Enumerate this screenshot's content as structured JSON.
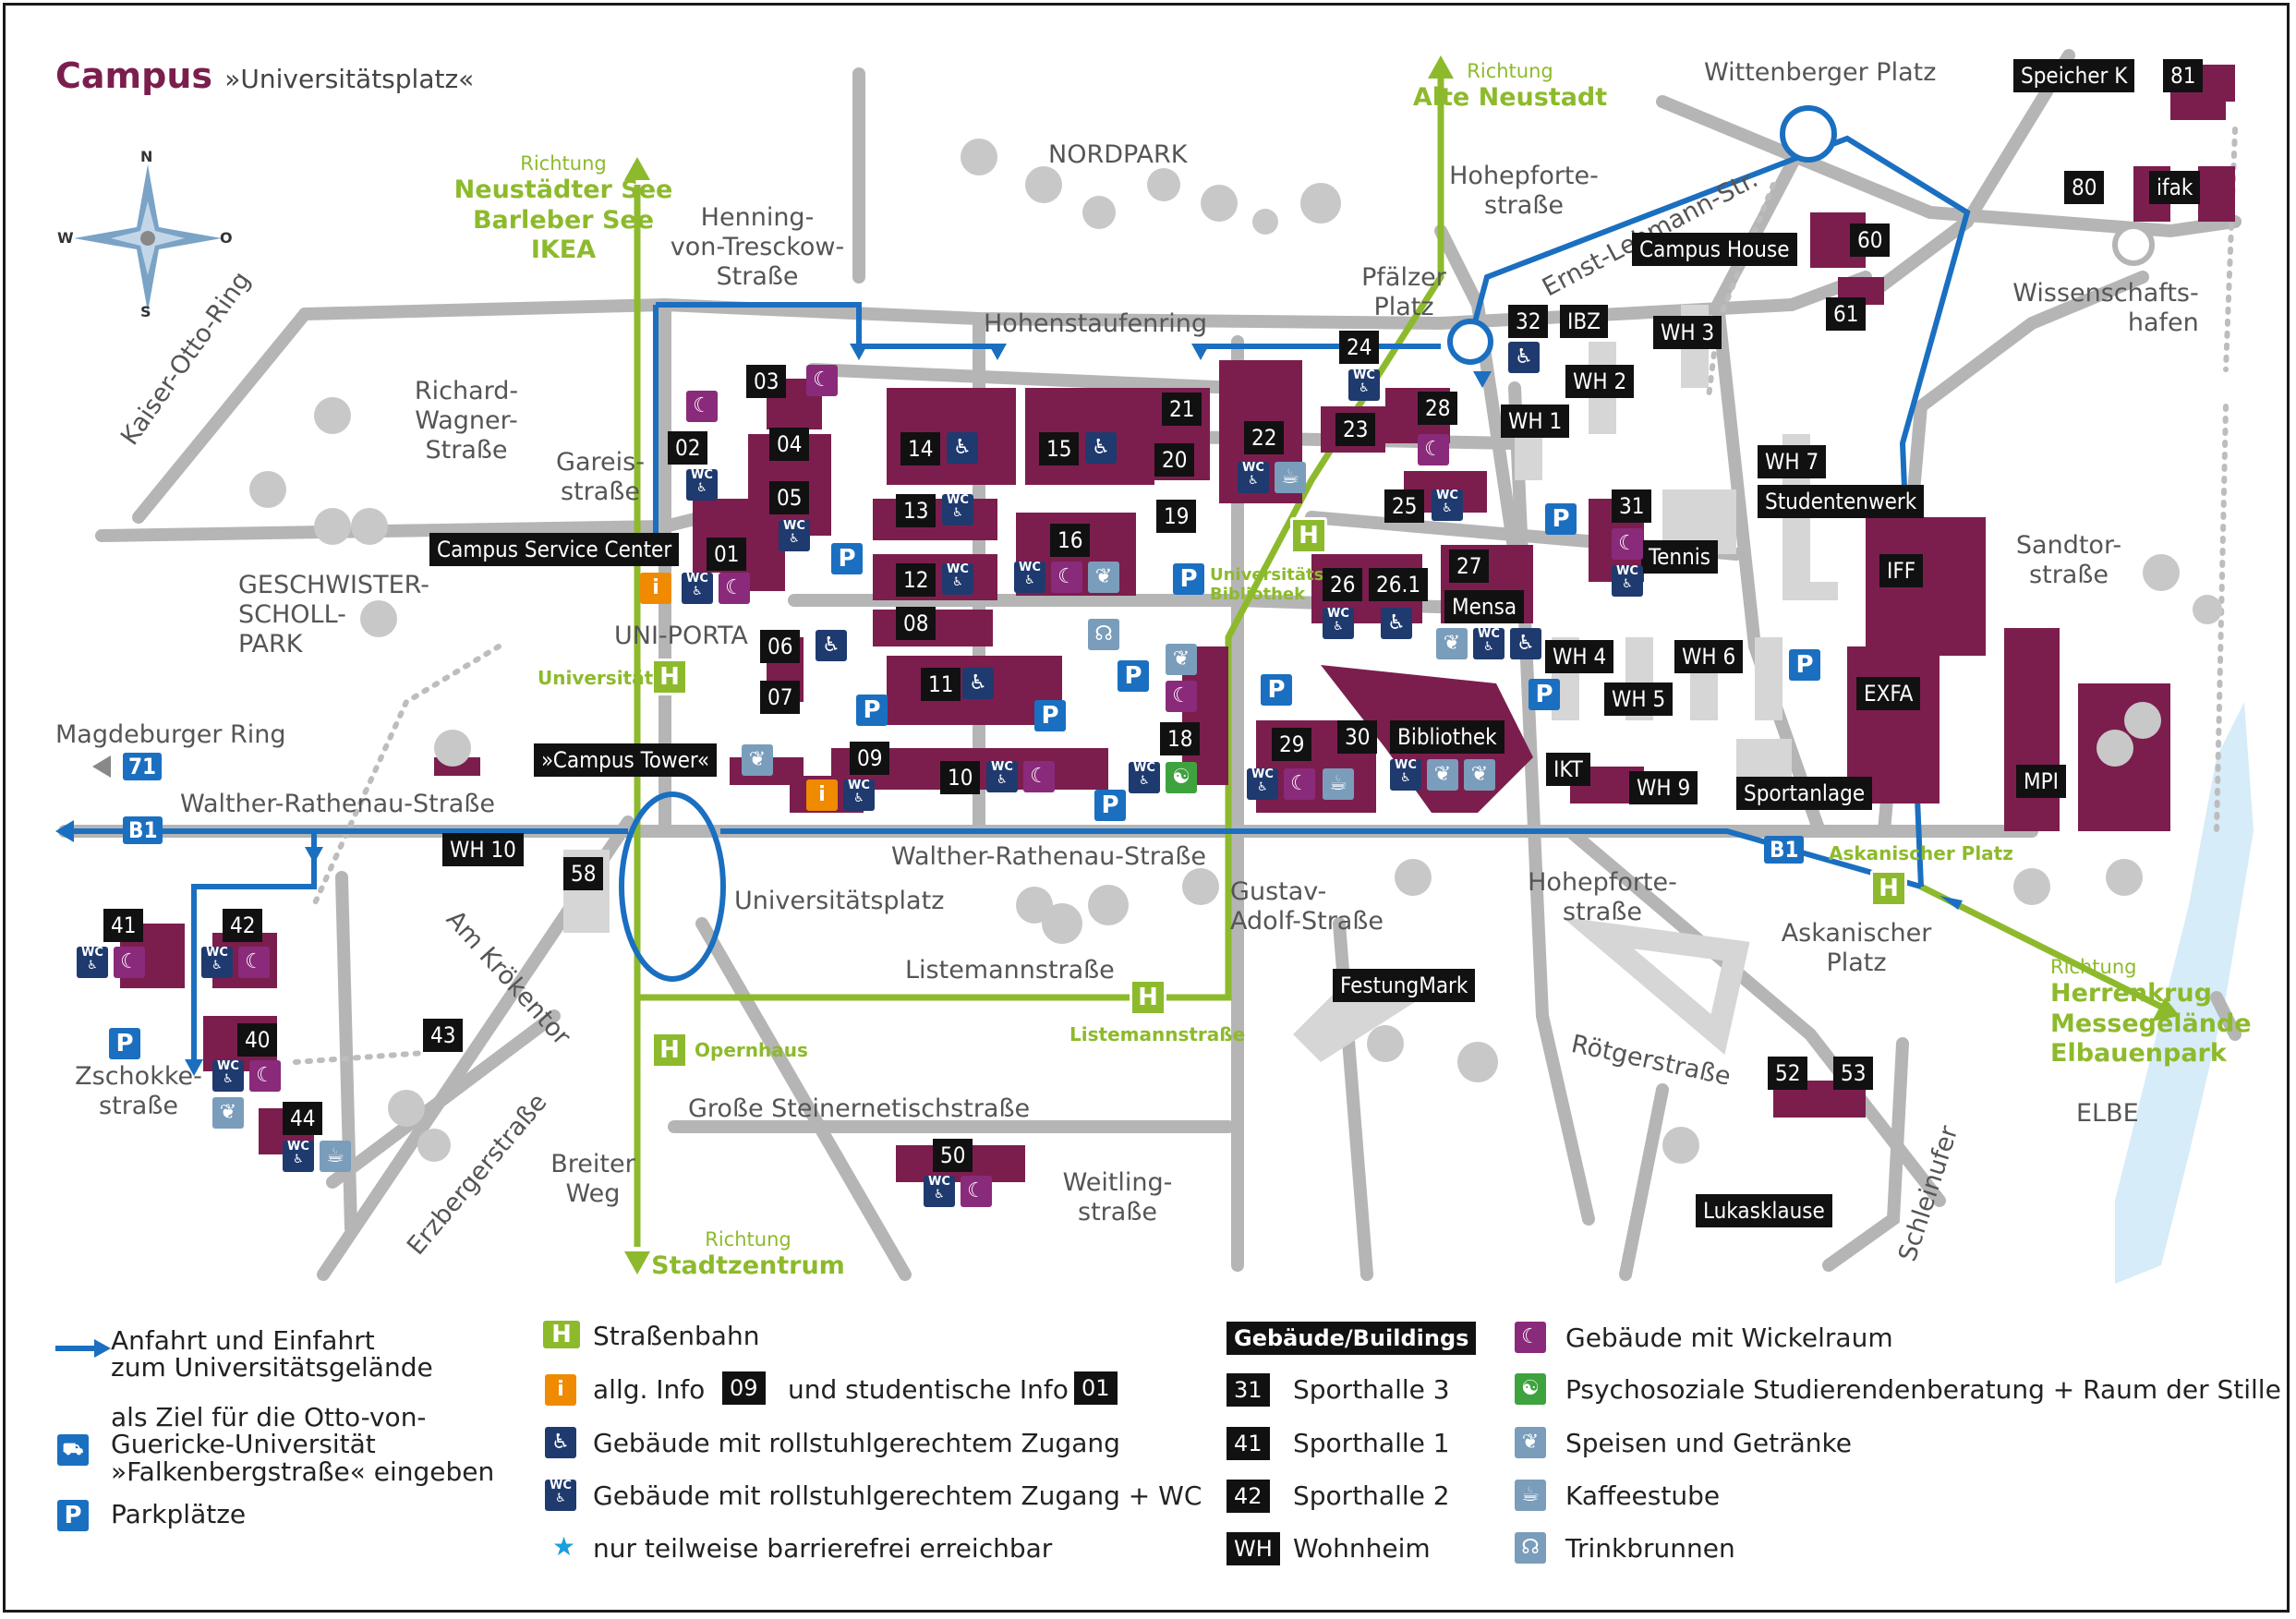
{
  "header": {
    "title": "Campus",
    "subtitle": "»Universitätsplatz«"
  },
  "compass": {
    "n": "N",
    "s": "S",
    "w": "W",
    "o": "O"
  },
  "streets": {
    "kaiser": "Kaiser-Otto-Ring",
    "wagner": "Richard-\nWagner-\nStraße",
    "gareis": "Gareis-\nstraße",
    "henning": "Henning-\nvon-Tresckow-\nStraße",
    "nordpark": "NORDPARK",
    "hohenstaufen": "Hohenstaufenring",
    "pfaelzer": "Pfälzer\nPlatz",
    "hohepforte1": "Hohepforte-\nstraße",
    "wittenberger": "Wittenberger Platz",
    "lehmann": "Ernst-Lehmann-Str.",
    "wissenschaftshafen": "Wissenschafts-\nhafen",
    "geschwister": "GESCHWISTER-\nSCHOLL-\nPARK",
    "magdeburger": "Magdeburger Ring",
    "walther1": "Walther-Rathenau-Straße",
    "walther2": "Walther-Rathenau-Straße",
    "uniplatz": "Universitätsplatz",
    "kroekentor": "Am Krökentor",
    "zschokke": "Zschokke-\nstraße",
    "erzberger": "Erzbergerstraße",
    "breiter": "Breiter\nWeg",
    "steinernetisch": "Große Steinernetischstraße",
    "listemann": "Listemannstraße",
    "weitling": "Weitling-\nstraße",
    "gustav": "Gustav-\nAdolf-Straße",
    "hohepforte2": "Hohepforte-\nstraße",
    "roetger": "Rötgerstraße",
    "schleinufer": "Schleinufer",
    "askanisch": "Askanischer\nPlatz",
    "sandtor": "Sandtor-\nstraße",
    "elbe": "ELBE",
    "uniporta": "UNI-PORTA"
  },
  "directions": {
    "neustadt_r": "Richtung",
    "neustadt": "Neustädter See\nBarleber See\nIKEA",
    "alte_r": "Richtung",
    "alte": "Alte Neustadt",
    "stadt_r": "Richtung",
    "stadt": "Stadtzentrum",
    "herren_r": "Richtung",
    "herren": "Herrenkrug\nMessegelände\nElbauenpark"
  },
  "tram_stops": {
    "universitaet": "Universität",
    "bibliothek": "Universitäts-\nBibliothek",
    "opernhaus": "Opernhaus",
    "listemann": "Listemannstraße",
    "askanisch": "Askanischer Platz",
    "h": "H"
  },
  "road_signs": {
    "b1a": "B1",
    "b1b": "B1",
    "r71": "71"
  },
  "buildings": {
    "b01": "01",
    "b02": "02",
    "b03": "03",
    "b04": "04",
    "b05": "05",
    "b06": "06",
    "b07": "07",
    "b08": "08",
    "b09": "09",
    "b10": "10",
    "b11": "11",
    "b12": "12",
    "b13": "13",
    "b14": "14",
    "b15": "15",
    "b16": "16",
    "b18": "18",
    "b19": "19",
    "b20": "20",
    "b21": "21",
    "b22": "22",
    "b23": "23",
    "b24": "24",
    "b25": "25",
    "b26": "26",
    "b261": "26.1",
    "b27": "27",
    "b28": "28",
    "b29": "29",
    "b30": "30",
    "b31": "31",
    "b32": "32",
    "b40": "40",
    "b41": "41",
    "b42": "42",
    "b43": "43",
    "b44": "44",
    "b50": "50",
    "b52": "52",
    "b53": "53",
    "b58": "58",
    "b60": "60",
    "b61": "61",
    "b80": "80",
    "b81": "81",
    "csc": "Campus Service Center",
    "tower": "»Campus Tower«",
    "campushouse": "Campus House",
    "ibz": "IBZ",
    "wh1": "WH 1",
    "wh2": "WH 2",
    "wh3": "WH 3",
    "wh4": "WH 4",
    "wh5": "WH 5",
    "wh6": "WH 6",
    "wh7": "WH 7",
    "wh9": "WH 9",
    "wh10": "WH 10",
    "studentenwerk": "Studentenwerk",
    "tennis": "Tennis",
    "mensa": "Mensa",
    "bibliothek": "Bibliothek",
    "ikt": "IKT",
    "sportanlage": "Sportanlage",
    "iff": "IFF",
    "exfa": "EXFA",
    "mpi": "MPI",
    "speicherk": "Speicher K",
    "ifak": "ifak",
    "festungmark": "FestungMark",
    "lukasklause": "Lukasklause"
  },
  "legend": {
    "anfahrt": "Anfahrt und Einfahrt\nzum Universitätsgelände",
    "navi": "als Ziel für die Otto-von-\nGuericke-Universität\n»Falkenbergstraße« eingeben",
    "park": "Parkplätze",
    "tram": "Straßenbahn",
    "info_a": "allg. Info",
    "info_box1": "09",
    "info_b": "und studentische Info",
    "info_box2": "01",
    "rollstuhl": "Gebäude mit rollstuhlgerechtem Zugang",
    "rollstuhl_wc": "Gebäude mit rollstuhlgerechtem Zugang + WC",
    "teilweise": "nur teilweise barrierefrei erreichbar",
    "geb_head": "Gebäude/Buildings",
    "s31": "31",
    "s31t": "Sporthalle 3",
    "s41": "41",
    "s41t": "Sporthalle 1",
    "s42": "42",
    "s42t": "Sporthalle 2",
    "wh": "WH",
    "wht": "Wohnheim",
    "wickel": "Gebäude mit Wickelraum",
    "psycho": "Psychosoziale Studierendenberatung + Raum der Stille",
    "speisen": "Speisen und Getränke",
    "kaffee": "Kaffeestube",
    "trink": "Trinkbrunnen"
  },
  "colors": {
    "building": "#7b1e4e",
    "road": "#b5b5b5",
    "access": "#1a6fc0",
    "tram": "#8dba2c",
    "river": "#d6ecf8"
  },
  "icons": [
    "wc-icon",
    "wheelchair-icon",
    "baby-changing-icon",
    "food-icon",
    "coffee-icon",
    "info-icon",
    "parking-icon",
    "fountain-icon",
    "psycho-icon",
    "tree-icon"
  ]
}
